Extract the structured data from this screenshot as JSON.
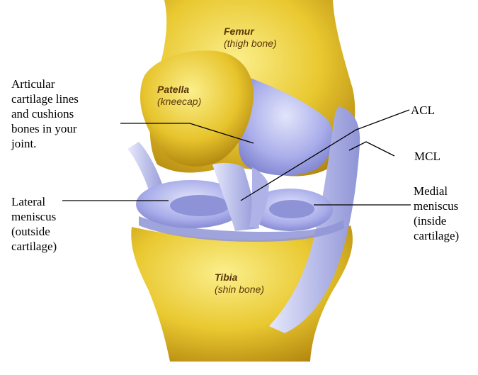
{
  "bones": {
    "femur": {
      "name": "Femur",
      "sub": "(thigh bone)"
    },
    "patella": {
      "name": "Patella",
      "sub": "(kneecap)"
    },
    "tibia": {
      "name": "Tibia",
      "sub": "(shin bone)"
    }
  },
  "labels": {
    "cartilage": [
      "Articular",
      "cartilage lines",
      "and cushions",
      "bones in your",
      "joint."
    ],
    "acl": "ACL",
    "mcl": "MCL",
    "lateral": [
      "Lateral",
      "meniscus",
      "(outside",
      "cartilage)"
    ],
    "medial": [
      "Medial",
      "meniscus",
      "(inside",
      "cartilage)"
    ]
  },
  "colors": {
    "bone": "#e9c830",
    "bone_light": "#f7e56e",
    "bone_shadow": "#b68a14",
    "cartilage": "#9a9ee0",
    "cartilage_light": "#d6dcf7",
    "ligament": "#c2c5ec",
    "leader": "#000000"
  }
}
